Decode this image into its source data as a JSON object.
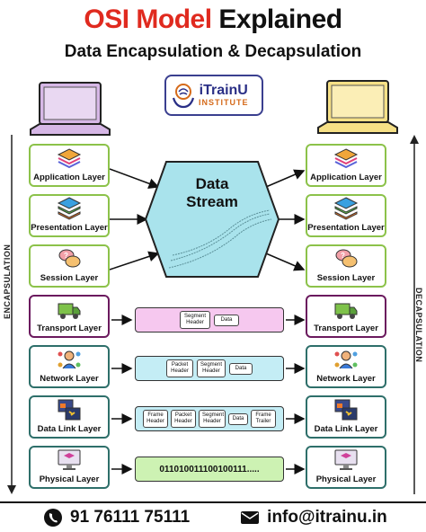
{
  "header": {
    "title_part1": "OSI Model",
    "title_part2": "Explained",
    "subtitle": "Data Encapsulation & Decapsulation"
  },
  "logo": {
    "brand": "iTrainU",
    "sub": "INSTITUTE"
  },
  "side_labels": {
    "left": "ENCAPSULATION",
    "right": "DECAPSULATION"
  },
  "stream": {
    "line1": "Data",
    "line2": "Stream"
  },
  "layers": [
    {
      "label": "Application Layer",
      "icon": "layers-stack-icon"
    },
    {
      "label": "Presentation Layer",
      "icon": "colored-layers-icon"
    },
    {
      "label": "Session Layer",
      "icon": "chat-bubbles-icon"
    },
    {
      "label": "Transport Layer",
      "icon": "truck-icon"
    },
    {
      "label": "Network Layer",
      "icon": "network-people-icon"
    },
    {
      "label": "Data Link Layer",
      "icon": "linked-windows-icon"
    },
    {
      "label": "Physical Layer",
      "icon": "monitor-icon"
    }
  ],
  "units": {
    "transport": [
      "Segment Header",
      "Data"
    ],
    "network": [
      "Packet Header",
      "Segment Header",
      "Data"
    ],
    "datalink": [
      "Frame Header",
      "Packet Header",
      "Segment Header",
      "Data",
      "Frame Trailer"
    ],
    "physical": "011010011100100111....."
  },
  "contact": {
    "phone": "91 76111 75111",
    "email": "info@itrainu.in"
  },
  "colors": {
    "title_red": "#e02a1f",
    "upper_layer_border": "#8cc24a",
    "transport_border": "#6b1a5e",
    "lower_layer_border": "#2e6f6a",
    "hexagon": "#a9e3ec",
    "transport_pill": "#f6c8ef",
    "network_pill": "#c4edf5",
    "datalink_pill": "#c4edf5",
    "physical_pill": "#cdf2b3"
  }
}
